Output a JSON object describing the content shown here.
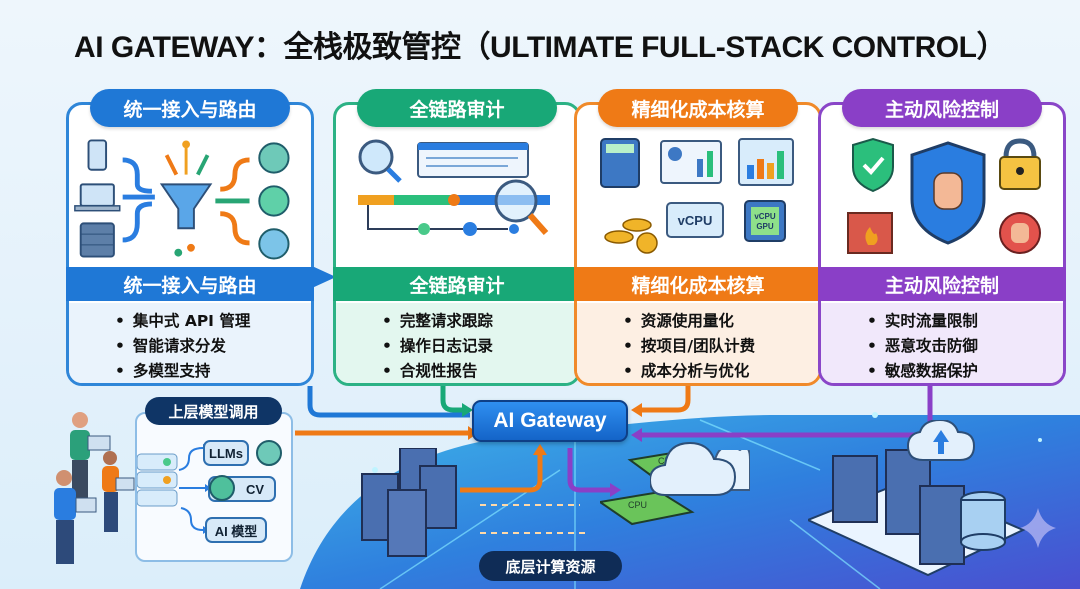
{
  "title": "AI GATEWAY：全栈极致管控（ULTIMATE FULL-STACK CONTROL）",
  "colors": {
    "routing": "#1f78d6",
    "audit": "#18a877",
    "cost": "#ef7a16",
    "risk": "#8a3fc7",
    "gateway": "#1a73d8",
    "dark_pill": "#0f2c56"
  },
  "cards": [
    {
      "id": "routing",
      "header": "统一接入与路由",
      "band": "统一接入与路由",
      "icons": [
        "smartphone-icon",
        "laptop-icon",
        "server-icon",
        "funnel-icon",
        "model-logo-icon",
        "brain-icon"
      ],
      "items": [
        "集中式 API 管理",
        "智能请求分发",
        "多模型支持"
      ]
    },
    {
      "id": "audit",
      "header": "全链路审计",
      "band": "全链路审计",
      "icons": [
        "magnifier-icon",
        "log-window-icon",
        "timeline-icon"
      ],
      "items": [
        "完整请求跟踪",
        "操作日志记录",
        "合规性报告"
      ]
    },
    {
      "id": "cost",
      "header": "精细化成本核算",
      "band": "精细化成本核算",
      "icons": [
        "calculator-icon",
        "report-chart-icon",
        "bar-chart-icon",
        "coins-icon",
        "vcpu-icon",
        "chip-icon"
      ],
      "chip_labels": {
        "vcpu": "vCPU",
        "chip_line1": "vCPU",
        "chip_line2": "GPU"
      },
      "items": [
        "资源使用量化",
        "按项目/团队计费",
        "成本分析与优化"
      ]
    },
    {
      "id": "risk",
      "header": "主动风险控制",
      "band": "主动风险控制",
      "icons": [
        "check-shield-icon",
        "hand-shield-icon",
        "padlock-icon",
        "firewall-icon",
        "stop-hand-icon"
      ],
      "items": [
        "实时流量限制",
        "恶意攻击防御",
        "敏感数据保护"
      ]
    }
  ],
  "gateway": {
    "label": "AI Gateway"
  },
  "upper_layer": {
    "title": "上层模型调用",
    "models": [
      "LLMs",
      "CV",
      "AI 模型"
    ]
  },
  "bottom_layer": {
    "title": "底层计算资源",
    "chip_label": "CPU"
  }
}
